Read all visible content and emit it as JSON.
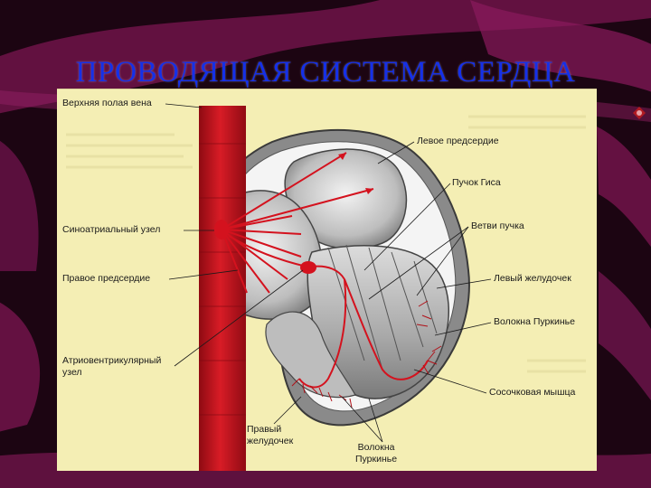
{
  "slide": {
    "title": "ПРОВОДЯЩАЯ СИСТЕМА СЕРДЦА"
  },
  "diagram": {
    "labels": {
      "superior_vena_cava": "Верхняя полая вена",
      "left_atrium": "Левое предсердие",
      "bundle_of_his": "Пучок Гиса",
      "bundle_branches": "Ветви пучка",
      "sinoatrial_node": "Синоатриальный узел",
      "right_atrium": "Правое предсердие",
      "left_ventricle": "Левый желудочек",
      "purkinje_fibers_right": "Волокна Пуркинье",
      "av_node_line1": "Атриовентрикулярный",
      "av_node_line2": "узел",
      "papillary_muscle": "Сосочковая мышца",
      "right_ventricle_line1": "Правый",
      "right_ventricle_line2": "желудочек",
      "purkinje_fibers_bottom_line1": "Волокна",
      "purkinje_fibers_bottom_line2": "Пуркинье"
    },
    "colors": {
      "panel_background": "#f4eeb4",
      "title": "#1530e8",
      "vessel": "#c8141e",
      "conduction": "#d4121e",
      "heart_wall": "#9a9a9a"
    }
  }
}
